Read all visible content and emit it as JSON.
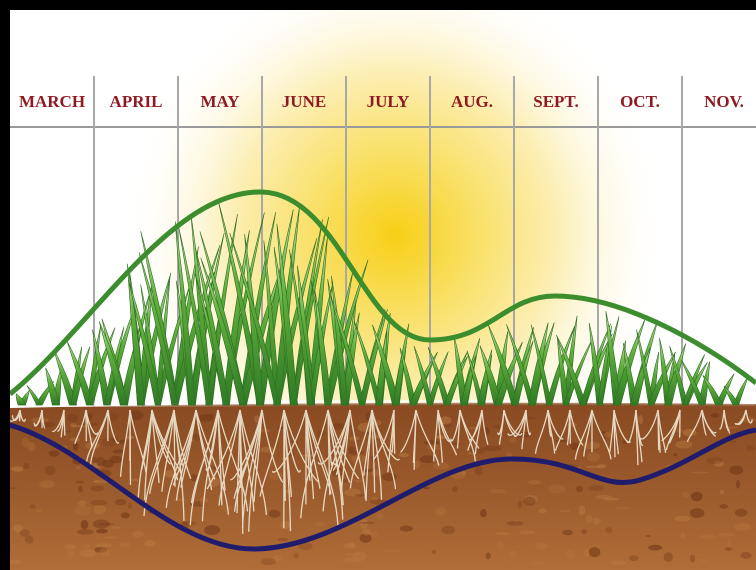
{
  "months": [
    "MARCH",
    "APRIL",
    "MAY",
    "JUNE",
    "JULY",
    "AUG.",
    "SEPT.",
    "OCT.",
    "NOV."
  ],
  "colors": {
    "month_text": "#8e1a22",
    "shoot_growth_curve": "#3c8d2d",
    "root_growth_curve": "#1f1c6e",
    "soil": "#8a4a22",
    "sun": "#f6d020"
  }
}
